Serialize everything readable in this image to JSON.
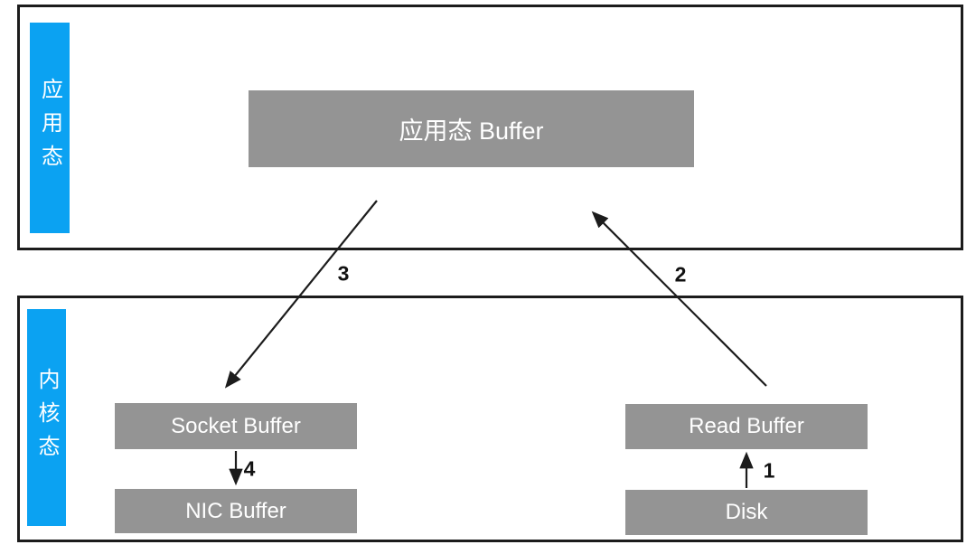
{
  "diagram": {
    "colors": {
      "accent_blue": "#0ba2f2",
      "node_gray": "#949494",
      "line_black": "#1c1c1c"
    },
    "regions": {
      "user_space": {
        "label": "应用态"
      },
      "kernel_space": {
        "label": "内核态"
      }
    },
    "nodes": {
      "app_buffer": {
        "label": "应用态 Buffer"
      },
      "socket_buffer": {
        "label": "Socket Buffer"
      },
      "nic_buffer": {
        "label": "NIC Buffer"
      },
      "read_buffer": {
        "label": "Read Buffer"
      },
      "disk": {
        "label": "Disk"
      }
    },
    "arrows": {
      "step1": {
        "label": "1",
        "from": "Disk",
        "to": "Read Buffer"
      },
      "step2": {
        "label": "2",
        "from": "Read Buffer",
        "to": "应用态 Buffer"
      },
      "step3": {
        "label": "3",
        "from": "应用态 Buffer",
        "to": "Socket Buffer"
      },
      "step4": {
        "label": "4",
        "from": "Socket Buffer",
        "to": "NIC Buffer"
      }
    }
  }
}
